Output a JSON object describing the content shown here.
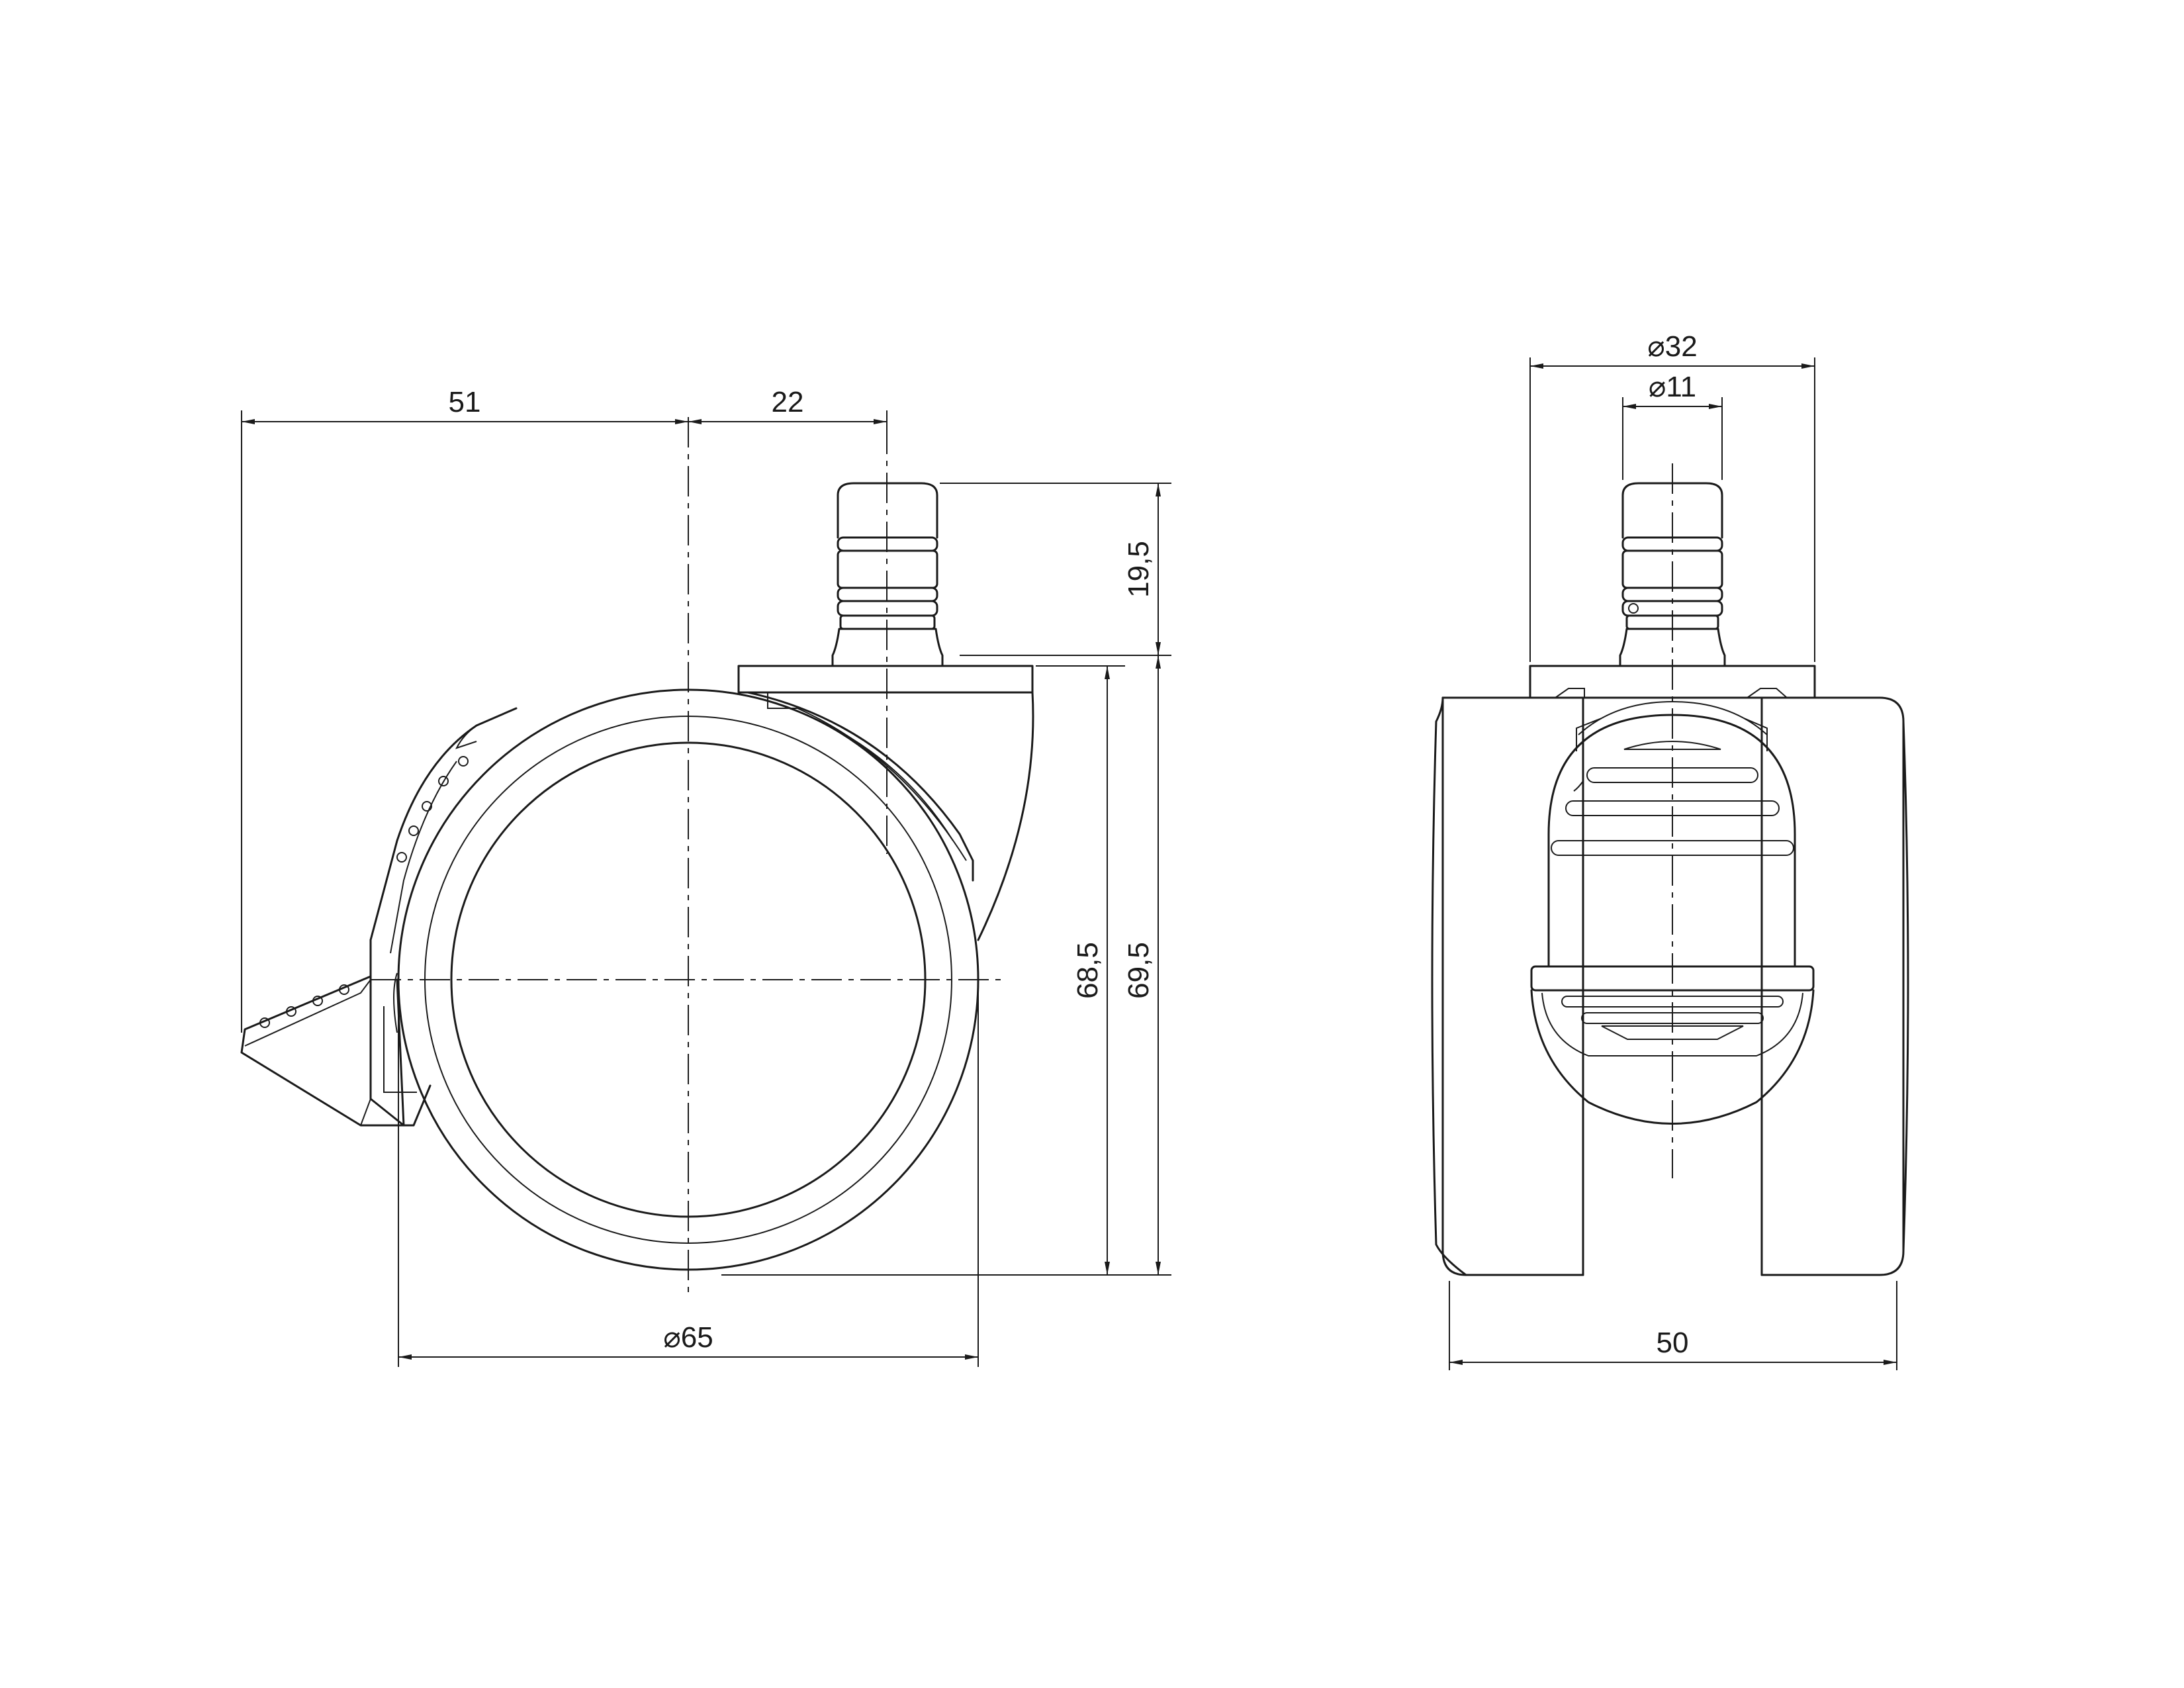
{
  "side_view": {
    "dims": {
      "overhang": "51",
      "stem_offset": "22",
      "stem_height": "19,5",
      "height_to_plate": "68,5",
      "total_height": "69,5",
      "wheel_diameter": "65"
    }
  },
  "front_view": {
    "dims": {
      "plate_diameter": "32",
      "stem_diameter": "11",
      "width": "50"
    }
  },
  "symbols": {
    "diameter": "⌀"
  }
}
